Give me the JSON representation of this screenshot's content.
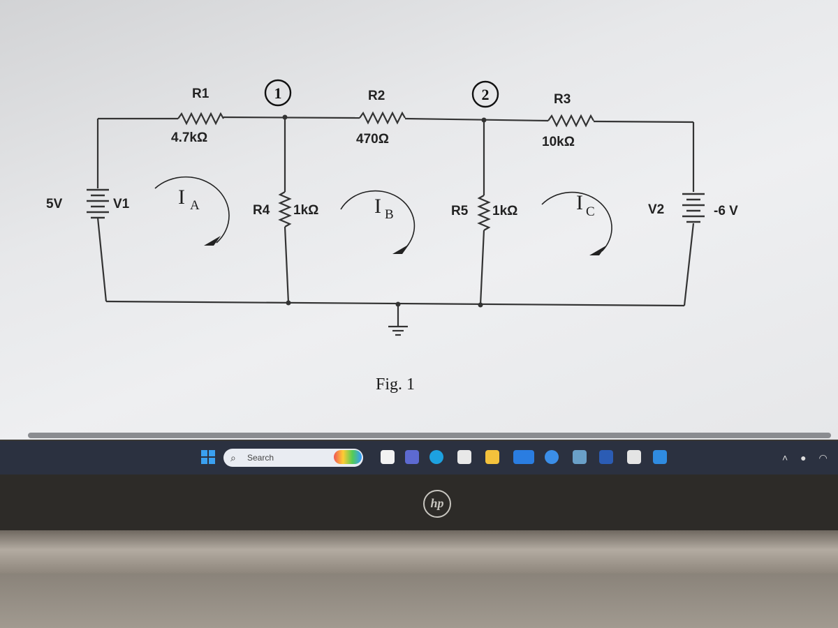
{
  "circuit": {
    "source_left": {
      "name": "V1",
      "value": "5V"
    },
    "source_right": {
      "name": "V2",
      "value": "-6 V"
    },
    "r1": {
      "name": "R1",
      "value": "4.7kΩ"
    },
    "r2": {
      "name": "R2",
      "value": "470Ω"
    },
    "r3": {
      "name": "R3",
      "value": "10kΩ"
    },
    "r4": {
      "name": "R4",
      "value": "1kΩ"
    },
    "r5": {
      "name": "R5",
      "value": "1kΩ"
    },
    "node1": "1",
    "node2": "2",
    "current_a": {
      "main": "I",
      "sub": "A"
    },
    "current_b": {
      "main": "I",
      "sub": "B"
    },
    "current_c": {
      "main": "I",
      "sub": "C"
    },
    "figure_caption": "Fig. 1"
  },
  "taskbar": {
    "search_label": "Search"
  },
  "laptop": {
    "brand": "hp"
  },
  "colors": {
    "wire": "#333333",
    "taskbar": "#2b3140",
    "screen_bg": "#e9eaec"
  }
}
